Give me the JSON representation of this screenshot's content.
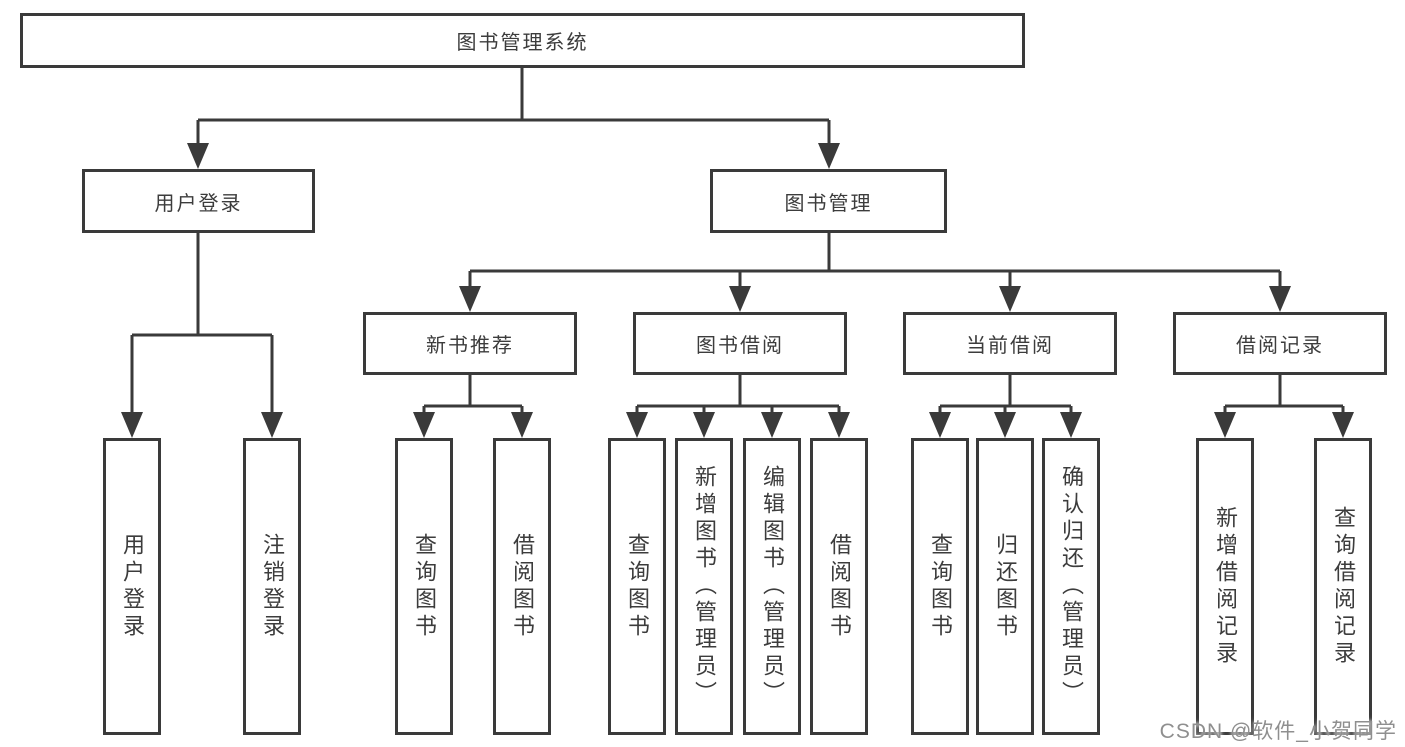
{
  "tree": {
    "label": "图书管理系统",
    "children": [
      {
        "label": "用户登录",
        "children": [
          {
            "label": "用户登录"
          },
          {
            "label": "注销登录"
          }
        ]
      },
      {
        "label": "图书管理",
        "children": [
          {
            "label": "新书推荐",
            "children": [
              {
                "label": "查询图书"
              },
              {
                "label": "借阅图书"
              }
            ]
          },
          {
            "label": "图书借阅",
            "children": [
              {
                "label": "查询图书"
              },
              {
                "label": "新增图书（管理员）"
              },
              {
                "label": "编辑图书（管理员）"
              },
              {
                "label": "借阅图书"
              }
            ]
          },
          {
            "label": "当前借阅",
            "children": [
              {
                "label": "查询图书"
              },
              {
                "label": "归还图书"
              },
              {
                "label": "确认归还（管理员）"
              }
            ]
          },
          {
            "label": "借阅记录",
            "children": [
              {
                "label": "新增借阅记录"
              },
              {
                "label": "查询借阅记录"
              }
            ]
          }
        ]
      }
    ]
  },
  "watermark": {
    "text": "CSDN @软件_小贺同学"
  },
  "colors": {
    "line": "#3a3a3a",
    "border": "#3a3a3a",
    "text": "#3c3c3c",
    "watermark_text": "#8f8f8f",
    "background": "#ffffff"
  }
}
